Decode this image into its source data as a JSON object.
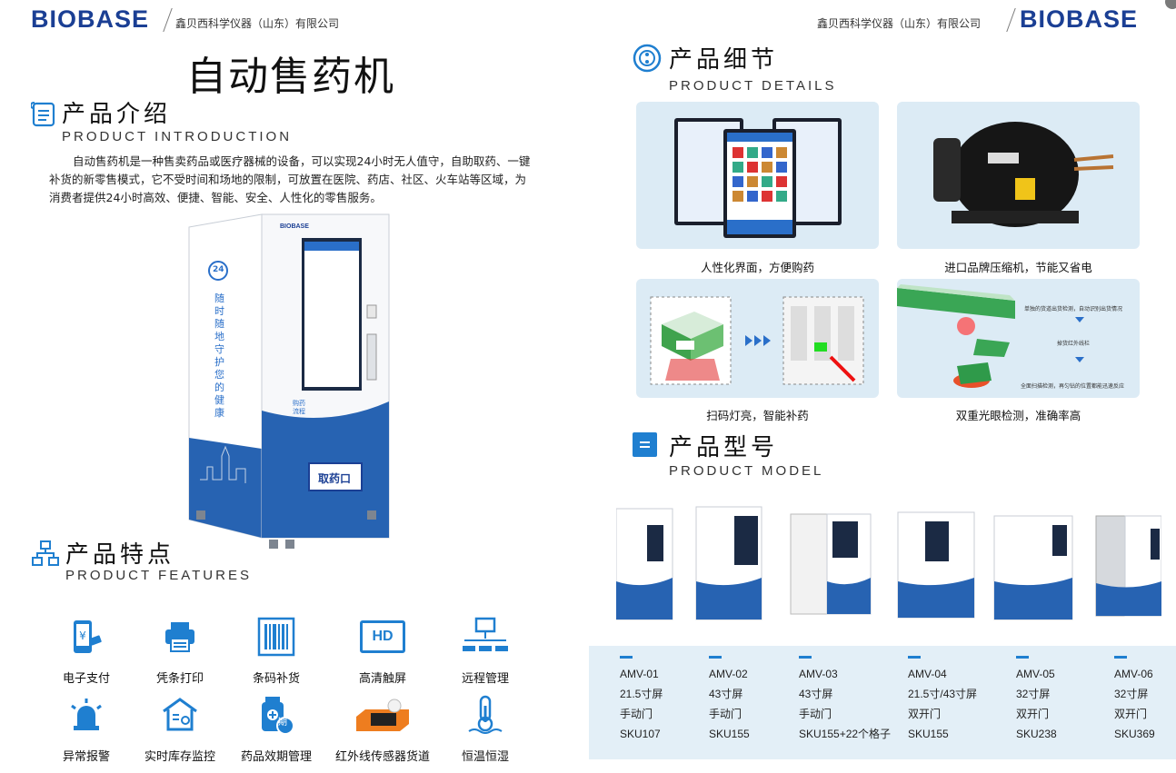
{
  "header": {
    "brand_left": "BIOBASE",
    "company_left": "鑫贝西科学仪器（山东）有限公司",
    "brand_right": "BIOBASE",
    "company_right": "鑫贝西科学仪器（山东）有限公司"
  },
  "title": "自动售药机",
  "intro": {
    "heading": "产品介绍",
    "heading_en": "PRODUCT INTRODUCTION",
    "text": "自动售药机是一种售卖药品或医疗器械的设备，可以实现24小时无人值守，自助取药、一键补货的新零售模式，它不受时间和场地的限制，可放置在医院、药店、社区、火车站等区域，为消费者提供24小时高效、便捷、智能、安全、人性化的零售服务。"
  },
  "machine": {
    "brand": "BIOBASE",
    "badge": "24",
    "slogan": "随时随地守护您的健康",
    "pickup": "取药口",
    "flow_label": "购药流程"
  },
  "features": {
    "heading": "产品特点",
    "heading_en": "PRODUCT FEATURES",
    "items": [
      {
        "label": "电子支付",
        "icon": "mobile-payment-icon"
      },
      {
        "label": "凭条打印",
        "icon": "printer-icon"
      },
      {
        "label": "条码补货",
        "icon": "barcode-icon"
      },
      {
        "label": "高清触屏",
        "icon": "hd-screen-icon",
        "icon_text": "HD"
      },
      {
        "label": "远程管理",
        "icon": "network-icon"
      },
      {
        "label": "异常报警",
        "icon": "alarm-icon"
      },
      {
        "label": "实时库存监控",
        "icon": "warehouse-icon"
      },
      {
        "label": "药品效期管理",
        "icon": "medicine-expiry-icon",
        "icon_text": "期"
      },
      {
        "label": "红外线传感器货道",
        "icon": "infrared-sensor-icon"
      },
      {
        "label": "恒温恒湿",
        "icon": "thermometer-icon"
      }
    ]
  },
  "details": {
    "heading": "产品细节",
    "heading_en": "PRODUCT DETAILS",
    "panels": [
      {
        "caption": "人性化界面，方便购药"
      },
      {
        "caption": "进口品牌压缩机，节能又省电"
      },
      {
        "caption": "扫码灯亮，智能补药"
      },
      {
        "caption": "双重光眼检测，准确率高",
        "notes": [
          "单独的货道出货检测，自动识别出货情况",
          "掉货红外线栏",
          "全面扫描检测，再匀钻的位置都能迅速反应"
        ]
      }
    ]
  },
  "models": {
    "heading": "产品型号",
    "heading_en": "PRODUCT MODEL",
    "items": [
      {
        "name": "AMV-01",
        "screen": "21.5寸屏",
        "door": "手动门",
        "sku": "SKU107"
      },
      {
        "name": "AMV-02",
        "screen": "43寸屏",
        "door": "手动门",
        "sku": "SKU155"
      },
      {
        "name": "AMV-03",
        "screen": "43寸屏",
        "door": "手动门",
        "sku": "SKU155+22个格子"
      },
      {
        "name": "AMV-04",
        "screen": "21.5寸/43寸屏",
        "door": "双开门",
        "sku": "SKU155"
      },
      {
        "name": "AMV-05",
        "screen": "32寸屏",
        "door": "双开门",
        "sku": "SKU238"
      },
      {
        "name": "AMV-06",
        "screen": "32寸屏",
        "door": "双开门",
        "sku": "SKU369"
      }
    ]
  },
  "colors": {
    "brand_blue": "#1b3f94",
    "accent_blue": "#1f7fd0",
    "panel_bg": "#dcebf5",
    "band_bg": "#e3eff7"
  }
}
